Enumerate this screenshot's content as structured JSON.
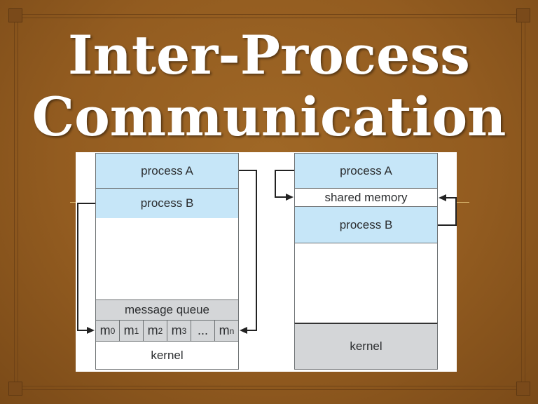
{
  "slide": {
    "title_line1": "Inter-Process",
    "title_line2": "Communication",
    "colors": {
      "background": "#935c20",
      "frame": "#6e4216",
      "process_fill": "#c6e6f8",
      "kernel_fill": "#d4d6d8",
      "title": "#ffffff"
    }
  },
  "diagram_message_passing": {
    "process_a": "process A",
    "process_b": "process B",
    "message_queue": "message queue",
    "queue_cells": [
      {
        "base": "m",
        "sub": "0"
      },
      {
        "base": "m",
        "sub": "1"
      },
      {
        "base": "m",
        "sub": "2"
      },
      {
        "base": "m",
        "sub": "3"
      },
      {
        "base": "...",
        "sub": ""
      },
      {
        "base": "m",
        "sub": "n"
      }
    ],
    "kernel": "kernel"
  },
  "diagram_shared_memory": {
    "process_a": "process A",
    "shared_memory": "shared memory",
    "process_b": "process B",
    "kernel": "kernel"
  }
}
